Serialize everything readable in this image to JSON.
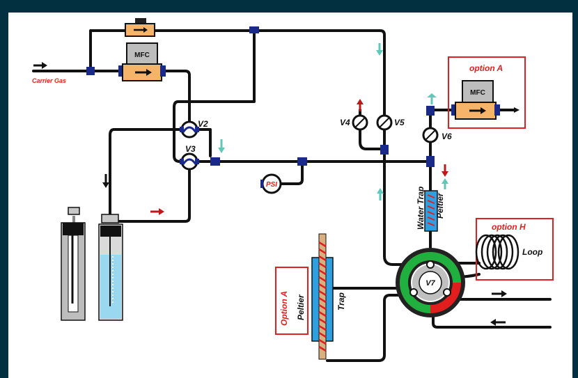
{
  "labels": {
    "carrier_gas": "Carrier Gas",
    "mfc": "MFC",
    "mfc_option": "MFC",
    "v2": "V2",
    "v3": "V3",
    "v4": "V4",
    "v5": "V5",
    "v6": "V6",
    "v7": "V7",
    "psi": "PSI",
    "option_a_top": "option   A",
    "option_h": "option   H",
    "loop": "Loop",
    "water_trap": "Water Trap",
    "peltier_small": "Peltier",
    "option_a_left": "Option   A",
    "peltier_left": "Peltier",
    "trap": "Trap"
  },
  "colors": {
    "background": "#033040",
    "pipe": "#111111",
    "fitting": "#1a2a8a",
    "mfc_body": "#f6b46a",
    "mfc_head": "#bdbdbd",
    "option_border": "#e02020",
    "arrow_red": "#c01818",
    "arrow_teal": "#5fc8b8",
    "trap_blue": "#2e9fe0",
    "ring_red": "#e01e1e",
    "ring_green": "#20b040",
    "liquid": "#9ad8f0"
  },
  "icons": [
    "arrow-right-icon",
    "arrow-down-icon",
    "arrow-up-icon",
    "mfc-device-icon",
    "valve-icon",
    "pressure-gauge-icon",
    "coil-loop-icon"
  ]
}
